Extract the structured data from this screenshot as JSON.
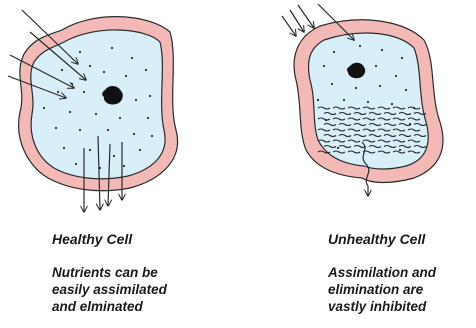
{
  "cells": [
    {
      "title": "Healthy Cell",
      "description": "Nutrients can be\neasily assimilated\nand elminated"
    },
    {
      "title": "Unhealthy Cell",
      "description": "Assimilation and\nelimination are\nvastly inhibited"
    }
  ],
  "colors": {
    "membrane": "#f2b9b7",
    "cytoplasm": "#d8eef8",
    "outline": "#2a2a2a",
    "nucleus": "#111111"
  }
}
